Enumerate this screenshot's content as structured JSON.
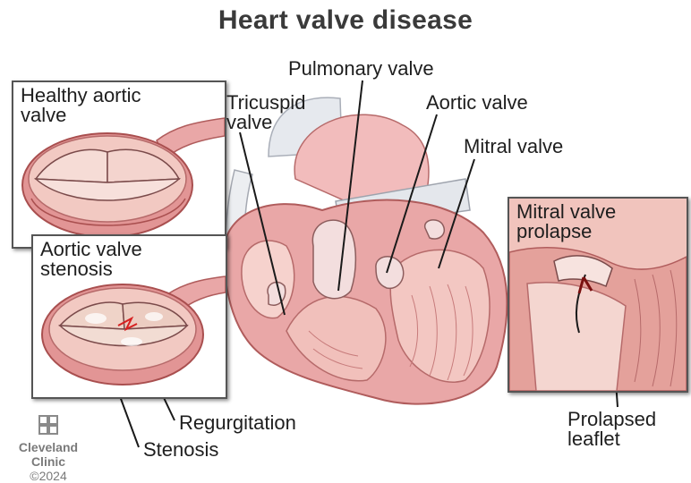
{
  "title": "Heart valve disease",
  "labels": {
    "pulmonary_valve": "Pulmonary valve",
    "tricuspid_valve": "Tricuspid\nvalve",
    "aortic_valve": "Aortic valve",
    "mitral_valve": "Mitral valve",
    "regurgitation": "Regurgitation",
    "stenosis": "Stenosis",
    "prolapsed_leaflet": "Prolapsed\nleaflet"
  },
  "insets": {
    "healthy": "Healthy aortic\nvalve",
    "stenosis": "Aortic valve\nstenosis",
    "prolapse": "Mitral valve\nprolapse"
  },
  "logo": {
    "line1": "Cleveland",
    "line2": "Clinic",
    "year": "©2024"
  },
  "colors": {
    "tissue": "#e8a3a3",
    "tissue_dark": "#c86868",
    "tissue_light": "#f6d6d2",
    "valve": "#f3dede",
    "vessel": "#e6e9ee",
    "regurgitation_accent": "#d62020",
    "line": "#1a1a1a"
  }
}
